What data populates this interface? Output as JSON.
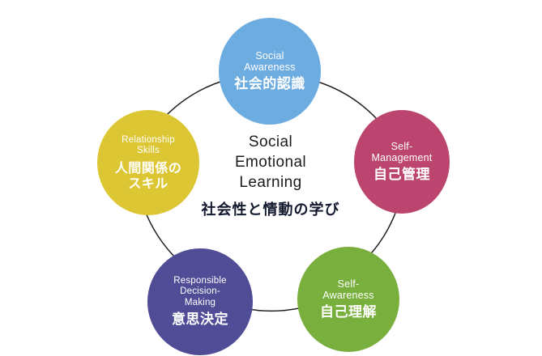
{
  "diagram": {
    "type": "cycle-diagram",
    "title_en": "Social\nEmotional\nLearning",
    "title_ja": "社会性と情動の学び",
    "background_color": "#ffffff",
    "connector_color": "#231f20",
    "nodes": [
      {
        "id": "social-awareness",
        "label_en": "Social\nAwareness",
        "label_ja": "社会的認識",
        "color": "#6dace0",
        "position": "top"
      },
      {
        "id": "self-management",
        "label_en": "Self-\nManagement",
        "label_ja": "自己管理",
        "color": "#bc4570",
        "position": "right"
      },
      {
        "id": "self-awareness",
        "label_en": "Self-\nAwareness",
        "label_ja": "自己理解",
        "color": "#79af3c",
        "position": "bottom-right"
      },
      {
        "id": "responsible-decision-making",
        "label_en": "Responsible\nDecision-\nMaking",
        "label_ja": "意思決定",
        "color": "#504c96",
        "position": "bottom-left"
      },
      {
        "id": "relationship-skills",
        "label_en": "Relationship\nSkills",
        "label_ja": "人間関係の\nスキル",
        "color": "#dcc634",
        "position": "left"
      }
    ]
  }
}
